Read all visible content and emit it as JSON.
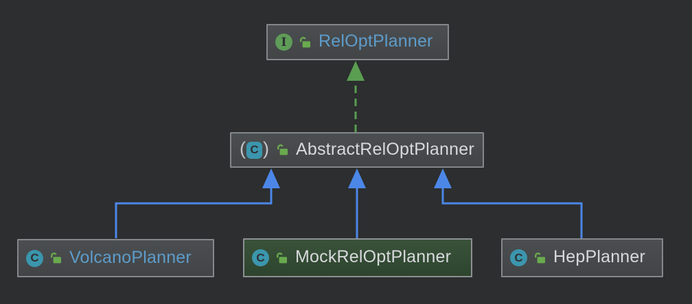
{
  "diagram": {
    "type": "uml-class-hierarchy",
    "background_color": "#2c2e2f",
    "colors": {
      "node_fill": "#464849",
      "node_fill_highlight_green": "#334932",
      "node_border": "#85888b",
      "class_name_blue": "#5d9ccb",
      "class_name_light": "#d7d9dc",
      "extends_arrow_blue": "#4c87e8",
      "implements_arrow_green": "#5a9e52",
      "interface_icon_green": "#5f9c58",
      "class_icon_teal": "#3b96ad",
      "public_lock_green": "#6aaa4e"
    },
    "icons": {
      "interface_letter": "I",
      "class_letter": "C",
      "abstract_paren_left": "(",
      "abstract_paren_right": ")"
    },
    "nodes": [
      {
        "id": "rel-opt-planner",
        "label": "RelOptPlanner",
        "kind": "interface",
        "visibility": "public",
        "highlighted": false
      },
      {
        "id": "abstract-rel-opt-planner",
        "label": "AbstractRelOptPlanner",
        "kind": "abstract-class",
        "visibility": "public",
        "highlighted": false
      },
      {
        "id": "volcano-planner",
        "label": "VolcanoPlanner",
        "kind": "class",
        "visibility": "public",
        "highlighted": false
      },
      {
        "id": "mock-rel-opt-planner",
        "label": "MockRelOptPlanner",
        "kind": "class",
        "visibility": "public",
        "highlighted": true
      },
      {
        "id": "hep-planner",
        "label": "HepPlanner",
        "kind": "class",
        "visibility": "public",
        "highlighted": false
      }
    ],
    "edges": [
      {
        "from": "AbstractRelOptPlanner",
        "to": "RelOptPlanner",
        "relation": "implements",
        "line_style": "dashed",
        "color": "#5a9e52"
      },
      {
        "from": "VolcanoPlanner",
        "to": "AbstractRelOptPlanner",
        "relation": "extends",
        "line_style": "solid",
        "color": "#4c87e8"
      },
      {
        "from": "MockRelOptPlanner",
        "to": "AbstractRelOptPlanner",
        "relation": "extends",
        "line_style": "solid",
        "color": "#4c87e8"
      },
      {
        "from": "HepPlanner",
        "to": "AbstractRelOptPlanner",
        "relation": "extends",
        "line_style": "solid",
        "color": "#4c87e8"
      }
    ]
  }
}
